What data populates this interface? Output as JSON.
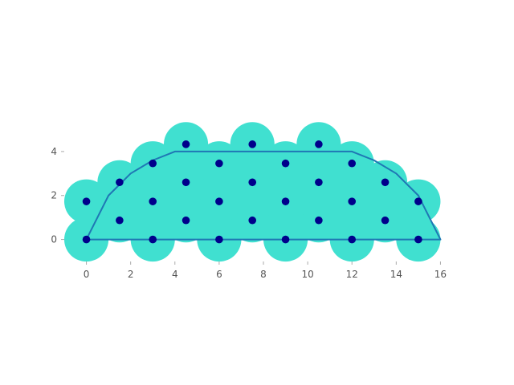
{
  "chart_data": {
    "type": "scatter",
    "title": "",
    "xlabel": "",
    "ylabel": "",
    "xlim": [
      -1,
      17
    ],
    "ylim": [
      -1,
      5.2
    ],
    "x_ticks": [
      0,
      2,
      4,
      6,
      8,
      10,
      12,
      14,
      16
    ],
    "y_ticks": [
      0,
      2,
      4
    ],
    "grid": false,
    "colors": {
      "circles": "#40e0d0",
      "points": "#00008b",
      "hull": "#1f77b4"
    },
    "circle_radius": 1,
    "series": [
      {
        "values": [
          [
            0,
            0
          ],
          [
            3,
            0
          ],
          [
            6,
            0
          ],
          [
            9,
            0
          ],
          [
            12,
            0
          ],
          [
            15,
            0
          ],
          [
            1.5,
            0.87
          ],
          [
            4.5,
            0.87
          ],
          [
            7.5,
            0.87
          ],
          [
            10.5,
            0.87
          ],
          [
            13.5,
            0.87
          ],
          [
            0,
            1.73
          ],
          [
            3,
            1.73
          ],
          [
            6,
            1.73
          ],
          [
            9,
            1.73
          ],
          [
            12,
            1.73
          ],
          [
            15,
            1.73
          ],
          [
            1.5,
            2.6
          ],
          [
            4.5,
            2.6
          ],
          [
            7.5,
            2.6
          ],
          [
            10.5,
            2.6
          ],
          [
            13.5,
            2.6
          ],
          [
            3,
            3.46
          ],
          [
            6,
            3.46
          ],
          [
            9,
            3.46
          ],
          [
            12,
            3.46
          ],
          [
            4.5,
            4.33
          ],
          [
            7.5,
            4.33
          ],
          [
            10.5,
            4.33
          ]
        ]
      }
    ],
    "hull": [
      [
        0,
        0
      ],
      [
        16,
        0
      ],
      [
        15,
        2
      ],
      [
        14,
        3
      ],
      [
        13,
        3.6
      ],
      [
        12,
        4
      ],
      [
        4,
        4
      ],
      [
        3,
        3.6
      ],
      [
        2,
        3
      ],
      [
        1,
        2
      ],
      [
        0,
        0
      ]
    ]
  }
}
